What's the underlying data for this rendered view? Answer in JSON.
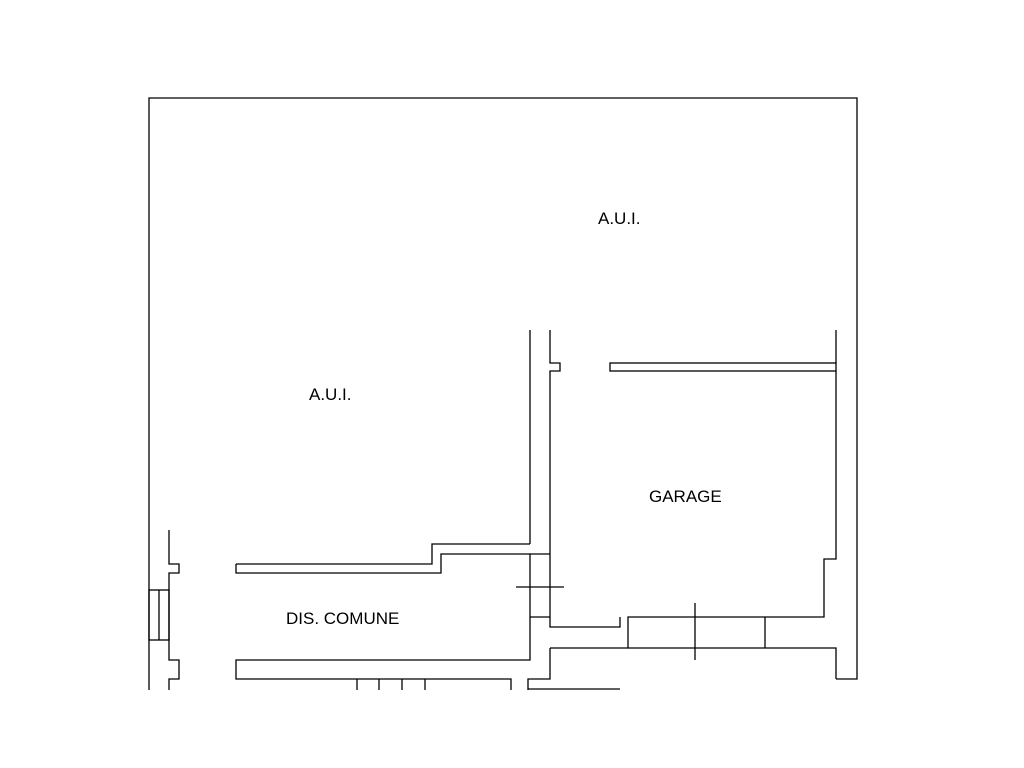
{
  "labels": {
    "aui_top": "A.U.I.",
    "aui_left": "A.U.I.",
    "garage": "GARAGE",
    "dis_comune": "DIS. COMUNE"
  },
  "colors": {
    "background": "#ffffff",
    "line": "#000000"
  }
}
